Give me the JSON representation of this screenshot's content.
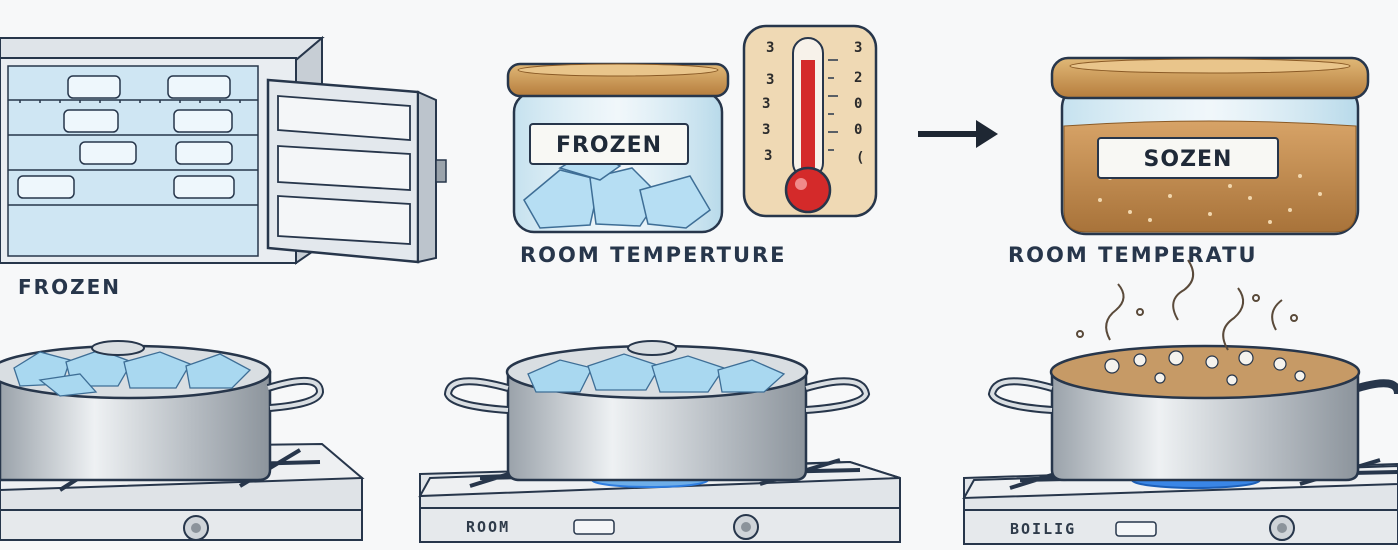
{
  "captions": {
    "freezer": "FROZEN",
    "jar_frozen": "ROOM TEMPERTURE",
    "jar_thawed": "ROOM TEMPERATU"
  },
  "jar_labels": {
    "frozen": "FROZEN",
    "thawed": "SOZEN"
  },
  "thermometer_ticks": [
    "3",
    "3",
    "3",
    "3",
    "3",
    "3",
    "2",
    "0",
    "0",
    "("
  ],
  "stove_labels": {
    "middle": "ROOM",
    "right": "BOILIG"
  },
  "colors": {
    "outline": "#27364b",
    "steel": "#c9ced3",
    "ice": "#a9d8f0",
    "wood": "#c99a5b",
    "thawed_liquid": "#c08c4f",
    "thermo_red": "#d42a2a",
    "flame": "#2e7de0"
  },
  "icons": [
    "freezer-icon",
    "frozen-jar-icon",
    "thermometer-icon",
    "arrow-right-icon",
    "thawed-jar-icon",
    "pot-icon",
    "stove-icon",
    "steam-icon"
  ]
}
